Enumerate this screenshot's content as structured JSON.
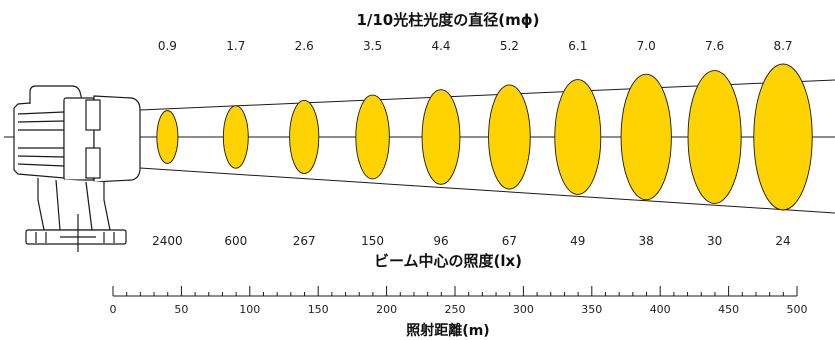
{
  "top_title": "1/10光柱光度の直径(mϕ)",
  "middle_title": "ビーム中心の照度(lx)",
  "bottom_title": "照射距離(m)",
  "beam_diameters": [
    "0.9",
    "1.7",
    "2.6",
    "3.5",
    "4.4",
    "5.2",
    "6.1",
    "7.0",
    "7.6",
    "8.7"
  ],
  "center_illuminance": [
    "2400",
    "600",
    "267",
    "150",
    "96",
    "67",
    "49",
    "38",
    "30",
    "24"
  ],
  "distance_ticks": [
    "0",
    "50",
    "100",
    "150",
    "200",
    "250",
    "300",
    "350",
    "400",
    "450",
    "500"
  ],
  "colors": {
    "beam_fill": "#FFD300",
    "beam_stroke": "#1a1a1a",
    "line": "#1a1a1a",
    "text": "#222222"
  },
  "icons": {
    "lamp": "searchlight-icon"
  }
}
